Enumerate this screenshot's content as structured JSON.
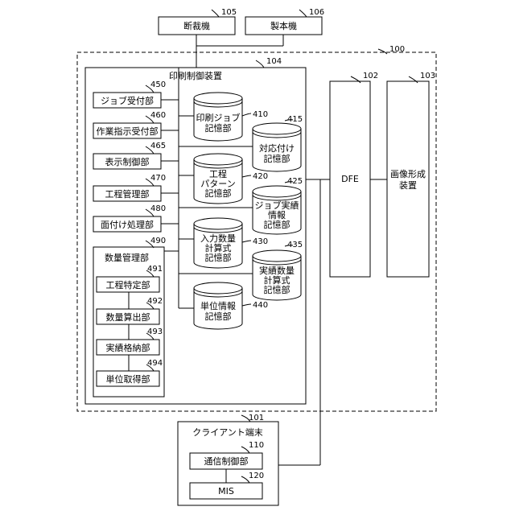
{
  "top": {
    "cutter": {
      "label": "断裁機",
      "ref": "105"
    },
    "binder": {
      "label": "製本機",
      "ref": "106"
    }
  },
  "system": {
    "ref": "100"
  },
  "controller": {
    "label": "印刷制御装置",
    "ref": "104"
  },
  "dfe": {
    "label": "DFE",
    "ref": "102"
  },
  "image_former": {
    "label_lines": [
      "画像形成",
      "装置"
    ],
    "ref": "103"
  },
  "units": [
    {
      "label": "ジョブ受付部",
      "ref": "450"
    },
    {
      "label": "作業指示受付部",
      "ref": "460"
    },
    {
      "label": "表示制御部",
      "ref": "465"
    },
    {
      "label": "工程管理部",
      "ref": "470"
    },
    {
      "label": "面付け処理部",
      "ref": "480"
    }
  ],
  "quantity_mgmt": {
    "label": "数量管理部",
    "ref": "490",
    "subunits": [
      {
        "label": "工程特定部",
        "ref": "491"
      },
      {
        "label": "数量算出部",
        "ref": "492"
      },
      {
        "label": "実績格納部",
        "ref": "493"
      },
      {
        "label": "単位取得部",
        "ref": "494"
      }
    ]
  },
  "storages": [
    {
      "lines": [
        "印刷ジョブ",
        "記憶部"
      ],
      "ref": "410"
    },
    {
      "lines": [
        "対応付け",
        "記憶部"
      ],
      "ref": "415"
    },
    {
      "lines": [
        "工程",
        "パターン",
        "記憶部"
      ],
      "ref": "420"
    },
    {
      "lines": [
        "ジョブ実績",
        "情報",
        "記憶部"
      ],
      "ref": "425"
    },
    {
      "lines": [
        "入力数量",
        "計算式",
        "記憶部"
      ],
      "ref": "430"
    },
    {
      "lines": [
        "実績数量",
        "計算式",
        "記憶部"
      ],
      "ref": "435"
    },
    {
      "lines": [
        "単位情報",
        "記憶部"
      ],
      "ref": "440"
    }
  ],
  "client": {
    "label": "クライアント端末",
    "ref": "101",
    "comm": {
      "label": "通信制御部",
      "ref": "110"
    },
    "mis": {
      "label": "MIS",
      "ref": "120"
    }
  }
}
